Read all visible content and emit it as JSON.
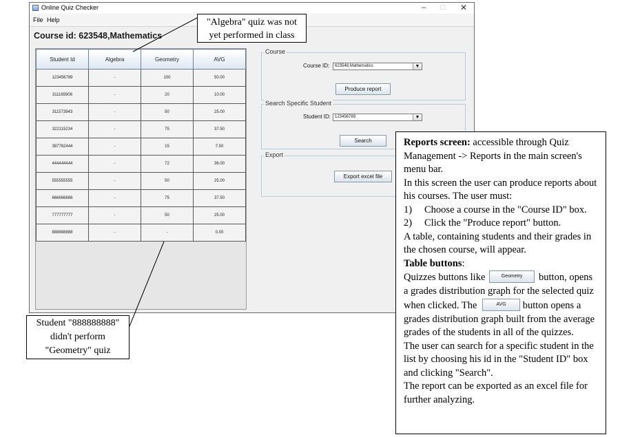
{
  "window": {
    "title": "Online Quiz Checker",
    "controls": {
      "minimize": "–",
      "maximize": "□",
      "close": "✕"
    }
  },
  "menubar": {
    "file": "File",
    "help": "Help"
  },
  "course_heading": "Course id: 623548,Mathematics",
  "table": {
    "headers": [
      "Student Id",
      "Algebra",
      "Geometry",
      "AVG"
    ],
    "rows": [
      [
        "123456789",
        "-",
        "100",
        "50.00"
      ],
      [
        "311165906",
        "-",
        "20",
        "10.00"
      ],
      [
        "311573943",
        "-",
        "50",
        "25.00"
      ],
      [
        "322115234",
        "-",
        "75",
        "37.50"
      ],
      [
        "387762444",
        "-",
        "15",
        "7.50"
      ],
      [
        "444444444",
        "-",
        "72",
        "36.00"
      ],
      [
        "555555555",
        "-",
        "50",
        "25.00"
      ],
      [
        "666666666",
        "-",
        "75",
        "37.50"
      ],
      [
        "777777777",
        "-",
        "50",
        "25.00"
      ],
      [
        "888888888",
        "-",
        "-",
        "0.00"
      ]
    ]
  },
  "course_panel": {
    "title": "Course",
    "label": "Course ID:",
    "value": "623548,Mathematics",
    "button": "Produce report"
  },
  "search_panel": {
    "title": "Search Specific Student",
    "label": "Student ID:",
    "value": "123456789",
    "button": "Search"
  },
  "export_panel": {
    "title": "Export",
    "button": "Export excel file"
  },
  "callouts": {
    "algebra": {
      "line1": "\"Algebra\" quiz was not",
      "line2": "yet performed in class"
    },
    "student": {
      "line1": "Student \"888888888\"",
      "line2": "didn't perform",
      "line3": "\"Geometry\" quiz"
    },
    "reports": {
      "heading": "Reports screen:",
      "intro": " accessible through Quiz Management -> Reports in the main screen's menu bar.",
      "para1": "In this screen the user can produce reports about his courses. The user must:",
      "step1_num": "1)",
      "step1": "Choose a course in the \"Course ID\" box.",
      "step2_num": "2)",
      "step2": "Click the \"Produce report\" button.",
      "para2": "A table, containing students and their grades in the chosen course, will appear.",
      "table_heading": "Table buttons",
      "colon": ":",
      "quiz_pre": "Quizzes buttons like",
      "geometry_btn": "Geometry",
      "quiz_post": "button, opens a grades distribution graph for the selected quiz when clicked. The",
      "avg_btn": "AVG",
      "avg_post": "button opens a grades distribution graph built from the average grades of the students in all of the quizzes.",
      "para3": "The user can search for a specific student in the list by choosing his id in the \"Student ID\" box and clicking \"Search\".",
      "para4": "The report can be exported as an excel file for further analyzing."
    }
  }
}
